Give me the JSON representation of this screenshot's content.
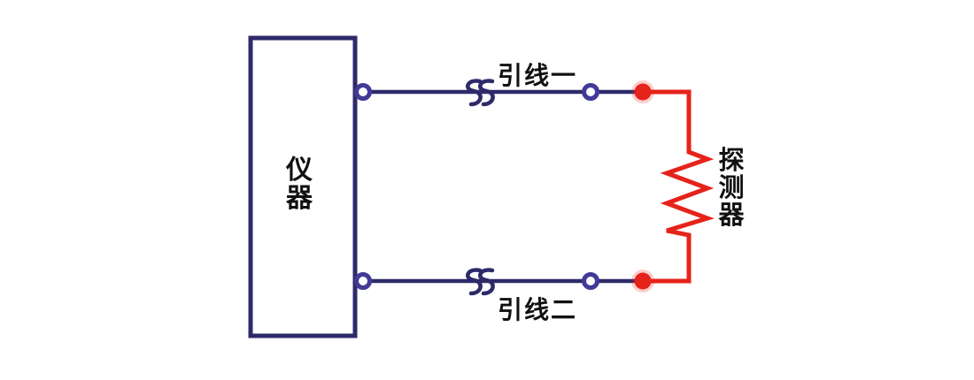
{
  "diagram": {
    "labels": {
      "instrument": "仪器",
      "lead_top": "引线一",
      "lead_bottom": "引线二",
      "detector": "探测器"
    },
    "colors": {
      "wire": "#2e2a6a",
      "box_border": "#2e2a6a",
      "terminal_ring": "#413a96",
      "detector_red": "#e6231a",
      "label_text": "#111111",
      "background": "#ffffff"
    }
  }
}
